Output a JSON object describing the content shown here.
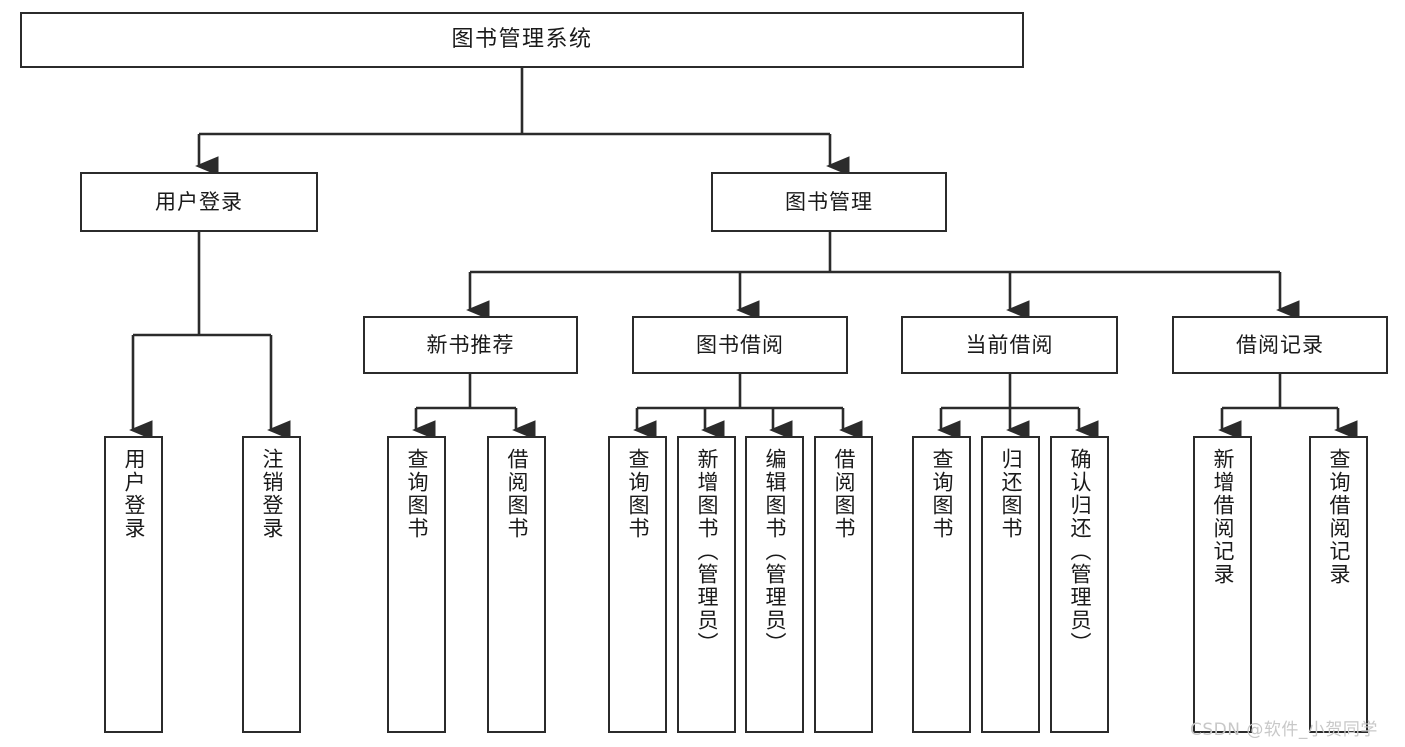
{
  "diagram": {
    "title": "图书管理系统",
    "type": "tree-hierarchy",
    "root": {
      "id": "root",
      "label": "图书管理系统"
    },
    "level2": [
      {
        "id": "user-login",
        "label": "用户登录"
      },
      {
        "id": "book-management",
        "label": "图书管理"
      }
    ],
    "level3": [
      {
        "id": "new-book-recommend",
        "label": "新书推荐"
      },
      {
        "id": "book-borrow",
        "label": "图书借阅"
      },
      {
        "id": "current-borrow",
        "label": "当前借阅"
      },
      {
        "id": "borrow-record",
        "label": "借阅记录"
      }
    ],
    "leaves": {
      "user_login": [
        {
          "id": "leaf-user-login",
          "label": "用户登录"
        },
        {
          "id": "leaf-logout-login",
          "label": "注销登录"
        }
      ],
      "new_book_recommend": [
        {
          "id": "leaf-query-book-1",
          "label": "查询图书"
        },
        {
          "id": "leaf-borrow-book-1",
          "label": "借阅图书"
        }
      ],
      "book_borrow": [
        {
          "id": "leaf-query-book-2",
          "label": "查询图书"
        },
        {
          "id": "leaf-add-book",
          "label": "新增图书（管理员）"
        },
        {
          "id": "leaf-edit-book",
          "label": "编辑图书（管理员）"
        },
        {
          "id": "leaf-borrow-book-2",
          "label": "借阅图书"
        }
      ],
      "current_borrow": [
        {
          "id": "leaf-query-book-3",
          "label": "查询图书"
        },
        {
          "id": "leaf-return-book",
          "label": "归还图书"
        },
        {
          "id": "leaf-confirm-return",
          "label": "确认归还（管理员）"
        }
      ],
      "borrow_record": [
        {
          "id": "leaf-add-record",
          "label": "新增借阅记录"
        },
        {
          "id": "leaf-query-record",
          "label": "查询借阅记录"
        }
      ]
    }
  },
  "watermark": {
    "text": "CSDN @软件_小贺同学"
  },
  "colors": {
    "stroke": "#2b2b2b",
    "fill": "#ffffff",
    "text": "#1a1a1a",
    "watermark": "#c8c8c8"
  }
}
